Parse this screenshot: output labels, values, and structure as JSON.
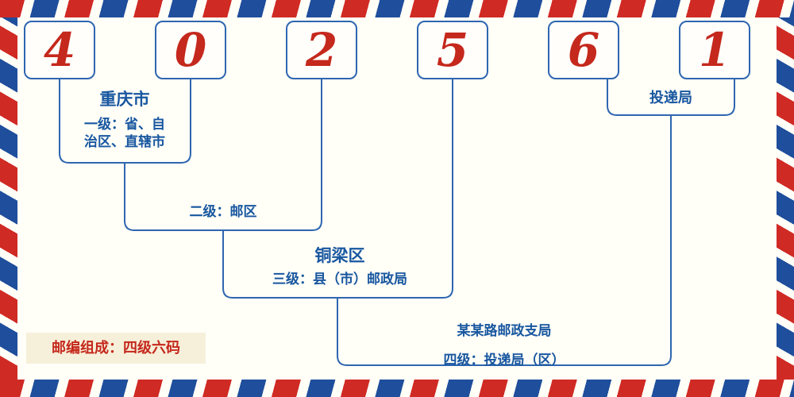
{
  "diagram": {
    "digits": [
      "4",
      "0",
      "2",
      "5",
      "6",
      "1"
    ],
    "levels": {
      "level1": {
        "place": "重庆市",
        "desc_line1": "一级：省、自",
        "desc_line2": "治区、直辖市"
      },
      "level2": {
        "desc": "二级：邮区"
      },
      "level3": {
        "place": "铜梁区",
        "desc": "三级：县（市）邮政局"
      },
      "level4": {
        "place": "某某路邮政支局",
        "desc": "四级：投递局（区）"
      },
      "delivery": {
        "label": "投递局"
      }
    },
    "footer": {
      "text": "邮编组成：四级六码"
    },
    "colors": {
      "digit_red": "#c5281c",
      "line_blue": "#2e66b0",
      "label_blue": "#1857a0",
      "stripe_red": "#d02a24",
      "stripe_blue": "#1f4e9c",
      "badge_bg": "#f6f0da",
      "background": "#fffef7"
    }
  }
}
